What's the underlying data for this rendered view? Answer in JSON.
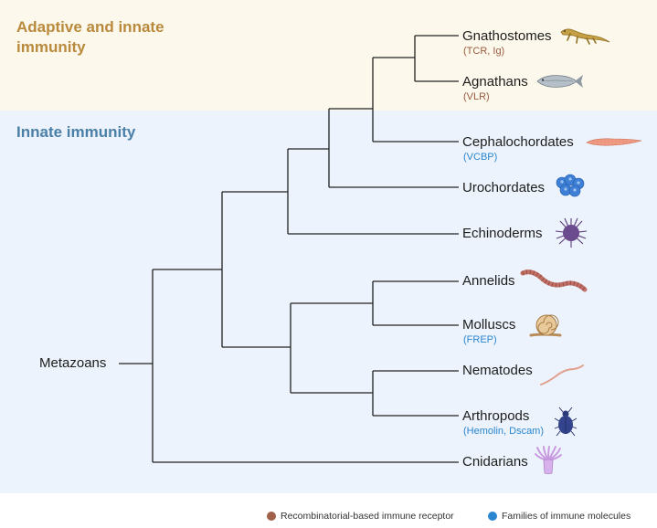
{
  "regions": {
    "adaptive": "Adaptive and innate immunity",
    "innate": "Innate immunity"
  },
  "root": "Metazoans",
  "taxa": {
    "gnathostomes": {
      "name": "Gnathostomes",
      "molecule": "(TCR, Ig)",
      "organism_icon": "lizard-icon"
    },
    "agnathans": {
      "name": "Agnathans",
      "molecule": "(VLR)",
      "organism_icon": "fish-icon"
    },
    "cephalochordates": {
      "name": "Cephalochordates",
      "molecule": "(VCBP)",
      "organism_icon": "lancelet-icon"
    },
    "urochordates": {
      "name": "Urochordates",
      "organism_icon": "tunicate-icon"
    },
    "echinoderms": {
      "name": "Echinoderms",
      "organism_icon": "sea-urchin-icon"
    },
    "annelids": {
      "name": "Annelids",
      "organism_icon": "worm-icon"
    },
    "molluscs": {
      "name": "Molluscs",
      "molecule": "(FREP)",
      "organism_icon": "snail-icon"
    },
    "nematodes": {
      "name": "Nematodes",
      "organism_icon": "nematode-icon"
    },
    "arthropods": {
      "name": "Arthropods",
      "molecule": "(Hemolin, Dscam)",
      "organism_icon": "beetle-icon"
    },
    "cnidarians": {
      "name": "Cnidarians",
      "organism_icon": "anemone-icon"
    }
  },
  "legend": {
    "recombinatorial": {
      "label": "Recombinatorial-based immune receptor",
      "color": "#a0604a"
    },
    "families": {
      "label": "Families of immune molecules",
      "color": "#2a86d0"
    }
  },
  "colors": {
    "adaptive_band": "#fdf8ec",
    "innate_band": "#ecf3fc",
    "adaptive_text": "#b98a3c",
    "innate_text": "#4a7fa8",
    "molecule_brown": "#9a5a3e",
    "molecule_blue": "#2a86d0"
  }
}
